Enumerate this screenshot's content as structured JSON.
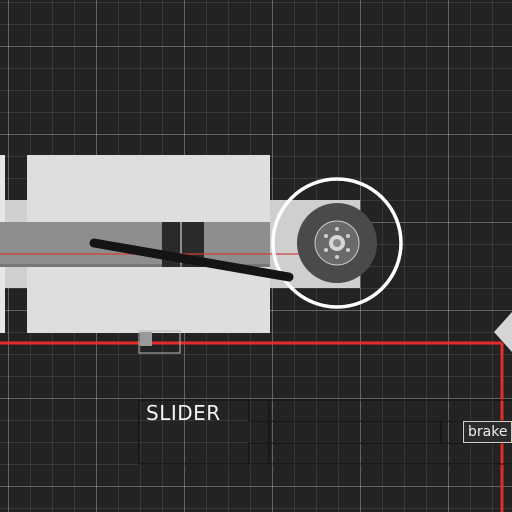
{
  "canvas": {
    "background": "#232323",
    "grid_color": "#ffffff",
    "track_color": "#e52b2b"
  },
  "labels": {
    "slider": "SLIDER",
    "brake": "brake"
  },
  "icons": {
    "wheel": "wheel-icon",
    "selection_ring": "selection-ring",
    "scroll_arrow": "scroll-arrow-icon"
  }
}
